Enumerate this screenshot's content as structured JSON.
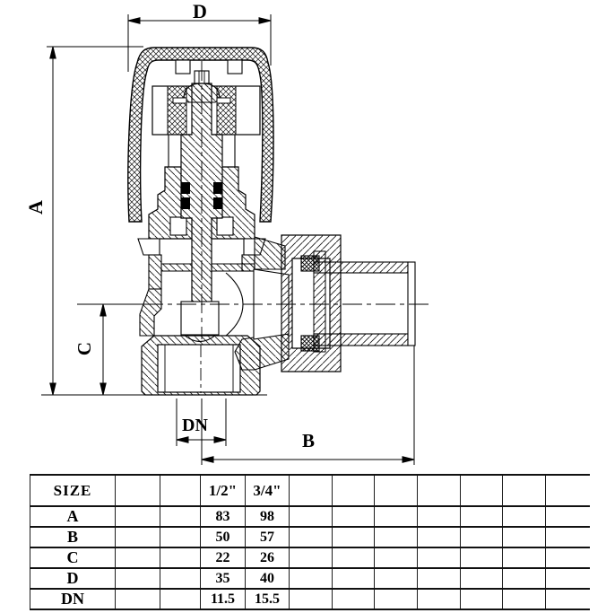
{
  "drawing": {
    "title": "angle-radiator-valve-cross-section",
    "dim_labels": {
      "d": "D",
      "a": "A",
      "c": "C",
      "dn": "DN",
      "b": "B"
    },
    "line_color": "#000000",
    "background": "#ffffff"
  },
  "table": {
    "size_label": "SIZE",
    "columns": [
      "1/2\"",
      "3/4\""
    ],
    "rows": [
      {
        "label": "A",
        "values": [
          "83",
          "98"
        ]
      },
      {
        "label": "B",
        "values": [
          "50",
          "57"
        ]
      },
      {
        "label": "C",
        "values": [
          "22",
          "26"
        ]
      },
      {
        "label": "D",
        "values": [
          "35",
          "40"
        ]
      },
      {
        "label": "DN",
        "values": [
          "11.5",
          "15.5"
        ]
      }
    ]
  }
}
